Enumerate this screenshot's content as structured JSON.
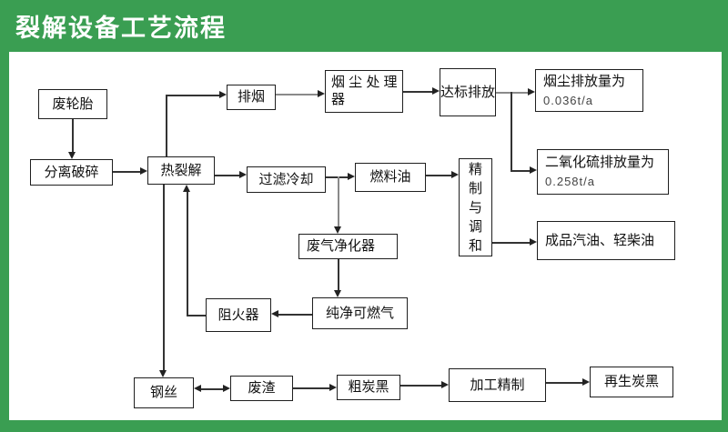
{
  "header": {
    "title": "裂解设备工艺流程"
  },
  "colors": {
    "accent_green": "#3A9E52",
    "header_text": "#FFFFFF",
    "line": "#333333",
    "node_border": "#1F1F1F"
  },
  "nodes": {
    "waste_tire": {
      "label": "废轮胎"
    },
    "separate_crush": {
      "label": "分离破碎"
    },
    "pyrolysis": {
      "label": "热裂解"
    },
    "exhaust": {
      "label": "排烟"
    },
    "dust_processor": {
      "label": "烟 尘 处 理 器"
    },
    "standard_discharge": {
      "label": "达标排放"
    },
    "dust_emission": {
      "label": "烟尘排放量为",
      "value": "0.036t/a"
    },
    "so2_emission": {
      "label": "二氧化硫排放量为",
      "value": "0.258t/a"
    },
    "filter_cooling": {
      "label": "过滤冷却"
    },
    "fuel_oil": {
      "label": "燃料油"
    },
    "refine_blend": {
      "label": "精制与调和"
    },
    "finished_oil": {
      "label": "成品汽油、轻柴油"
    },
    "gas_purifier": {
      "label": "废气净化器"
    },
    "pure_gas": {
      "label": "纯净可燃气"
    },
    "flame_arrester": {
      "label": "阻火器"
    },
    "steel_wire": {
      "label": "钢丝"
    },
    "waste_residue": {
      "label": "废渣"
    },
    "crude_carbon": {
      "label": "粗炭黑"
    },
    "processing": {
      "label": "加工精制"
    },
    "regen_carbon": {
      "label": "再生炭黑"
    }
  },
  "edges": [
    {
      "from": "waste_tire",
      "to": "separate_crush"
    },
    {
      "from": "separate_crush",
      "to": "pyrolysis"
    },
    {
      "from": "pyrolysis",
      "to": "exhaust"
    },
    {
      "from": "exhaust",
      "to": "dust_processor"
    },
    {
      "from": "dust_processor",
      "to": "standard_discharge"
    },
    {
      "from": "standard_discharge",
      "to": "dust_emission"
    },
    {
      "from": "standard_discharge",
      "to": "so2_emission"
    },
    {
      "from": "pyrolysis",
      "to": "filter_cooling"
    },
    {
      "from": "filter_cooling",
      "to": "fuel_oil"
    },
    {
      "from": "filter_cooling",
      "to": "gas_purifier"
    },
    {
      "from": "fuel_oil",
      "to": "refine_blend"
    },
    {
      "from": "refine_blend",
      "to": "finished_oil"
    },
    {
      "from": "gas_purifier",
      "to": "pure_gas"
    },
    {
      "from": "pure_gas",
      "to": "flame_arrester"
    },
    {
      "from": "flame_arrester",
      "to": "pyrolysis"
    },
    {
      "from": "pyrolysis",
      "to": "steel_wire"
    },
    {
      "from": "steel_wire",
      "to": "waste_residue",
      "bidirectional": true
    },
    {
      "from": "waste_residue",
      "to": "crude_carbon"
    },
    {
      "from": "crude_carbon",
      "to": "processing"
    },
    {
      "from": "processing",
      "to": "regen_carbon"
    }
  ]
}
